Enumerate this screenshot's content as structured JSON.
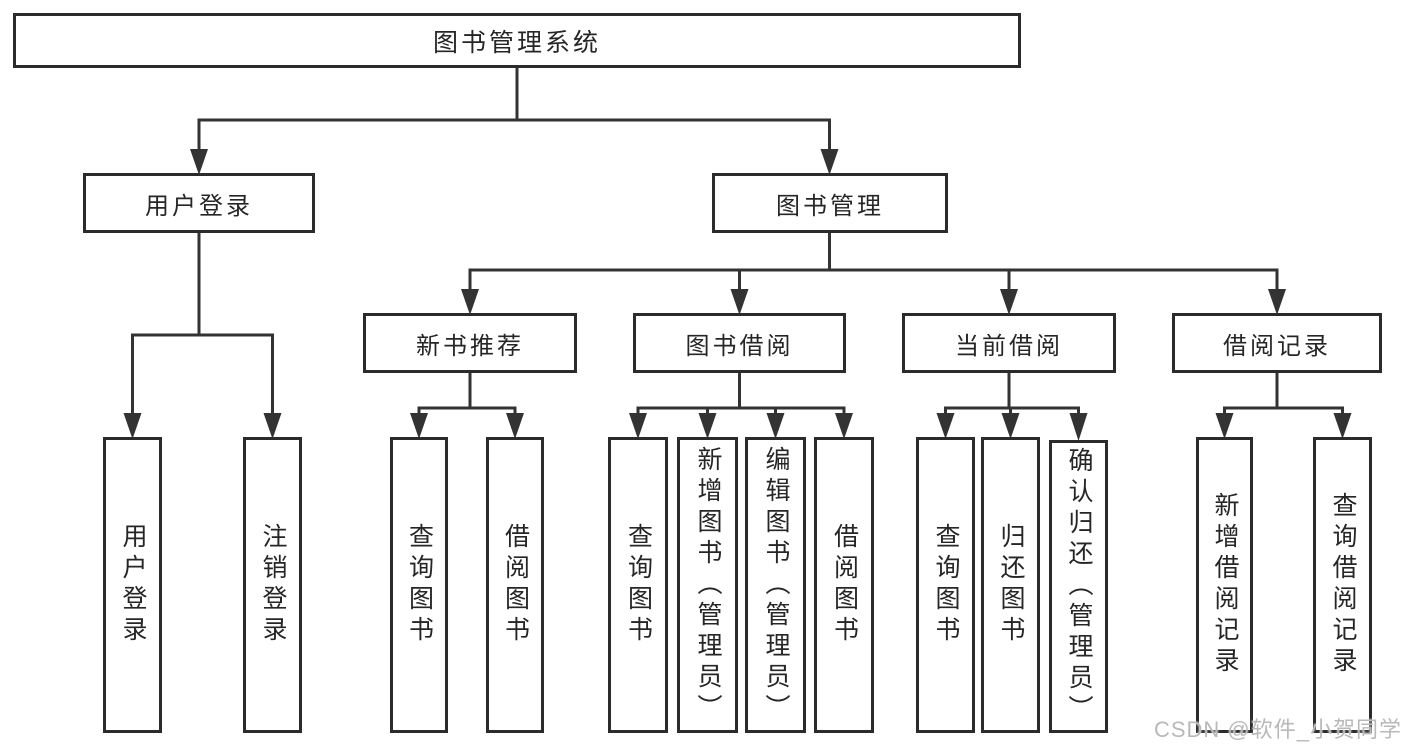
{
  "tree": {
    "label": "图书管理系统",
    "children": [
      {
        "label": "用户登录",
        "children": [
          {
            "label": "用户登录"
          },
          {
            "label": "注销登录"
          }
        ]
      },
      {
        "label": "图书管理",
        "children": [
          {
            "label": "新书推荐",
            "children": [
              {
                "label": "查询图书"
              },
              {
                "label": "借阅图书"
              }
            ]
          },
          {
            "label": "图书借阅",
            "children": [
              {
                "label": "查询图书"
              },
              {
                "label": "新增图书（管理员）"
              },
              {
                "label": "编辑图书（管理员）"
              },
              {
                "label": "借阅图书"
              }
            ]
          },
          {
            "label": "当前借阅",
            "children": [
              {
                "label": "查询图书"
              },
              {
                "label": "归还图书"
              },
              {
                "label": "确认归还（管理员）"
              }
            ]
          },
          {
            "label": "借阅记录",
            "children": [
              {
                "label": "新增借阅记录"
              },
              {
                "label": "查询借阅记录"
              }
            ]
          }
        ]
      }
    ]
  },
  "watermark": {
    "text": "CSDN @软件_小贺同学"
  },
  "colors": {
    "line": "#333333",
    "box_border": "#2b2b2b",
    "text": "#262626",
    "background": "#ffffff",
    "watermark": "#b9b9b9"
  }
}
